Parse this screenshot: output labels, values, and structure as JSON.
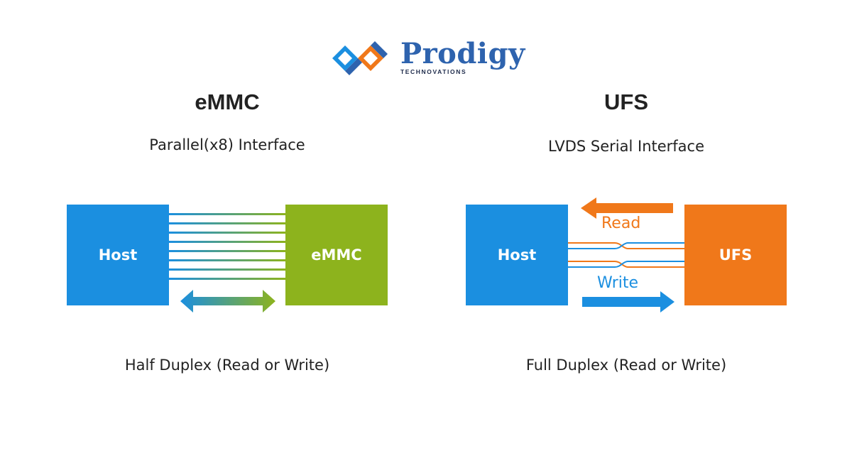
{
  "logo": {
    "name": "Prodigy",
    "sub": "TECHNOVATIONS"
  },
  "left": {
    "title": "eMMC",
    "subtitle": "Parallel(x8) Interface",
    "host_label": "Host",
    "device_label": "eMMC",
    "caption": "Half Duplex (Read or Write)",
    "lane_count": 8,
    "host_color": "#1b8fe0",
    "device_color": "#8db31d"
  },
  "right": {
    "title": "UFS",
    "subtitle": "LVDS Serial Interface",
    "host_label": "Host",
    "device_label": "UFS",
    "read_label": "Read",
    "write_label": "Write",
    "caption": "Full Duplex (Read or Write)",
    "host_color": "#1b8fe0",
    "device_color": "#f0781a"
  }
}
